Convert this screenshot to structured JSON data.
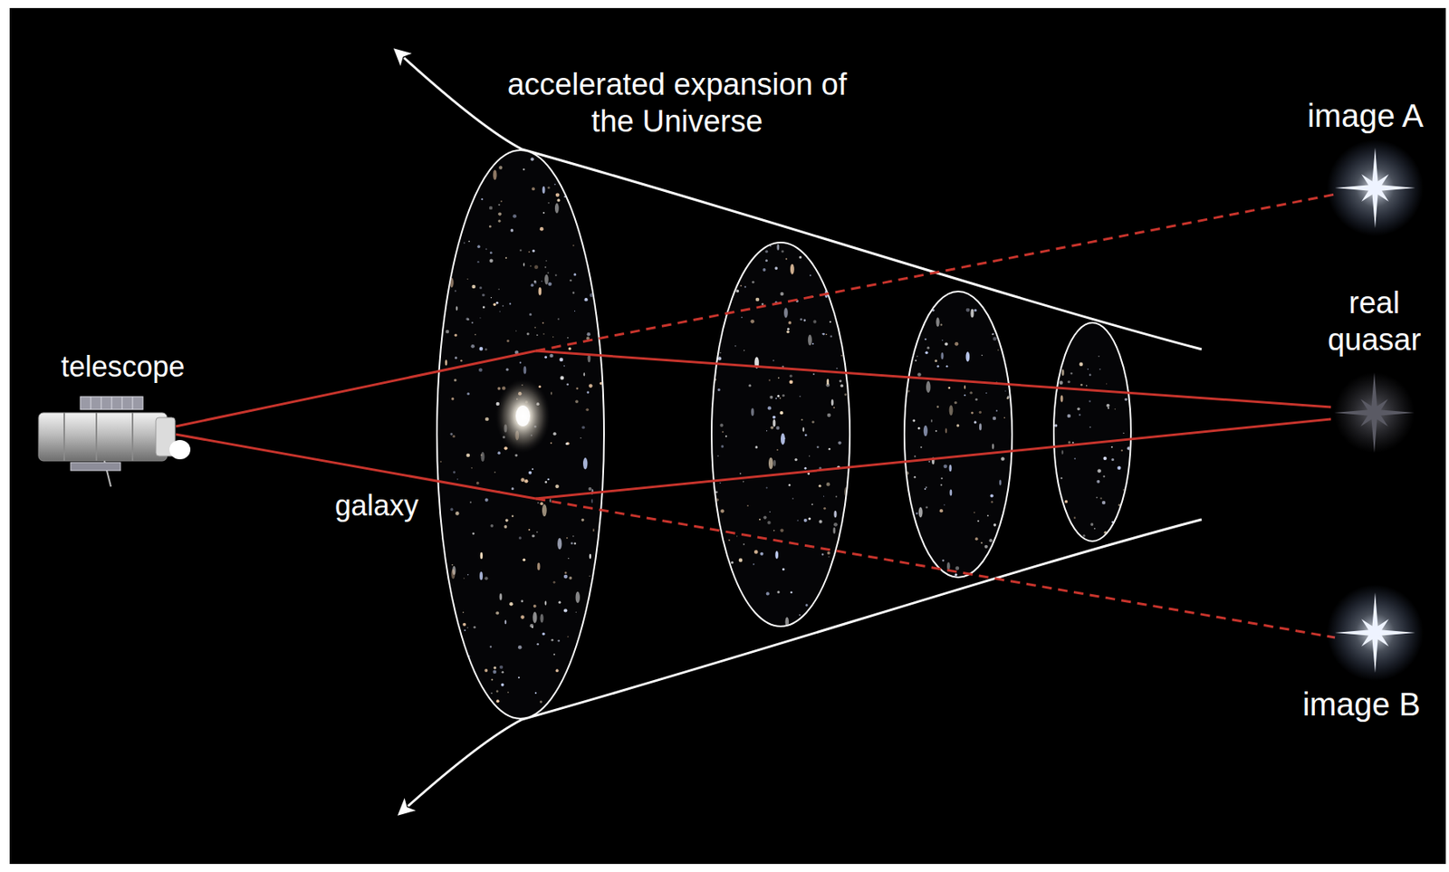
{
  "diagram": {
    "labels": [
      "accelerated expansion of the Universe",
      "image A",
      "real quasar",
      "telescope",
      "galaxy",
      "image B"
    ]
  }
}
